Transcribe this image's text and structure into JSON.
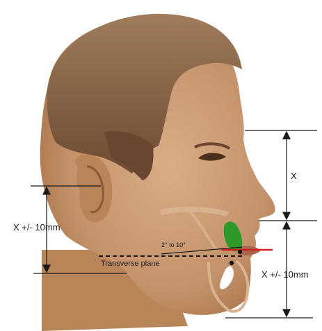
{
  "labels": {
    "x_face": "X",
    "x_lower_face": "X +/- 10mm",
    "x_ear": "X +/- 10mm",
    "angle": "2° to 10°",
    "plane": "Transverse plane"
  },
  "colors": {
    "skin": "#c99a72",
    "skin_shadow": "#a9754c",
    "hair": "#8c6a4c",
    "hair_dark": "#5a3d28",
    "maxilla_implant": "#2e9a2a",
    "mandible_implant": "#ffffff",
    "red_line": "#d42020",
    "measure_line": "#1a1a1a"
  },
  "icons": [
    "head-illustration",
    "maxilla-green-marker",
    "mandible-white-marker"
  ]
}
